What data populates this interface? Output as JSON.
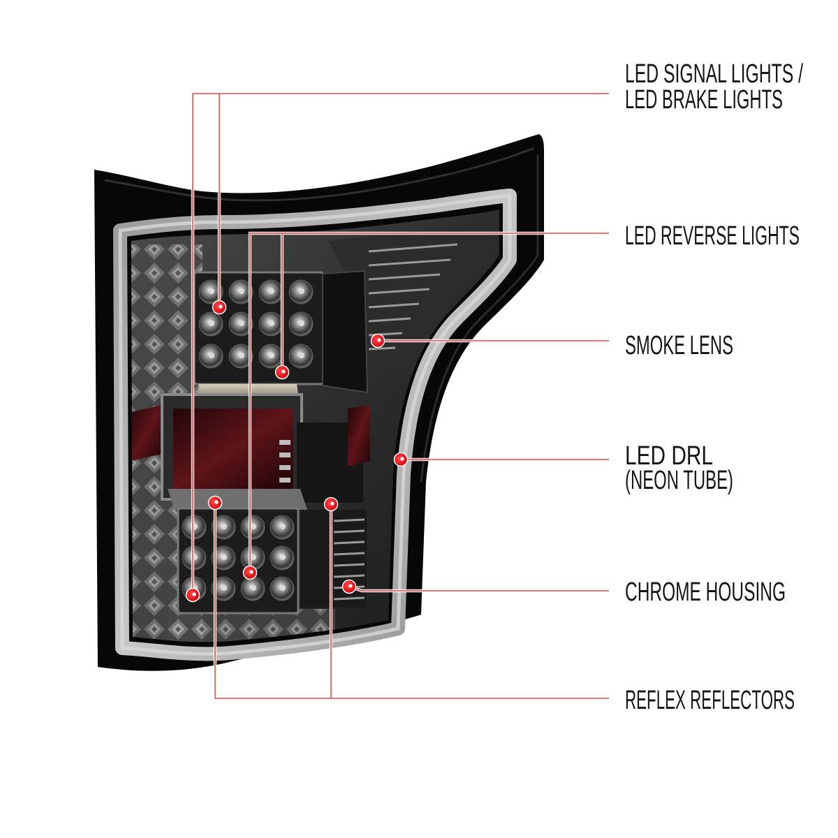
{
  "callouts": {
    "signal_brake": {
      "line1": "LED SIGNAL LIGHTS /",
      "line2": "LED BRAKE LIGHTS"
    },
    "reverse": {
      "label": "LED REVERSE LIGHTS"
    },
    "smoke_lens": {
      "label": "SMOKE LENS"
    },
    "drl": {
      "line1": "LED DRL",
      "line2": "(NEON TUBE)"
    },
    "chrome_housing": {
      "label": "CHROME HOUSING"
    },
    "reflex_reflectors": {
      "label": "REFLEX REFLECTORS"
    }
  },
  "icons": {
    "marker": "red-dot-icon"
  },
  "colors": {
    "background": "#ffffff",
    "label_text": "#141414",
    "callout_line": "#df4f4f",
    "marker": "#d0000c",
    "housing": "#070707"
  }
}
